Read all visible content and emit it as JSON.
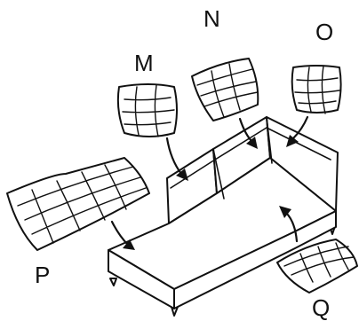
{
  "labels": {
    "m": "M",
    "n": "N",
    "o": "O",
    "p": "P",
    "q": "Q"
  },
  "colors": {
    "line": "#111111",
    "background": "#ffffff"
  }
}
